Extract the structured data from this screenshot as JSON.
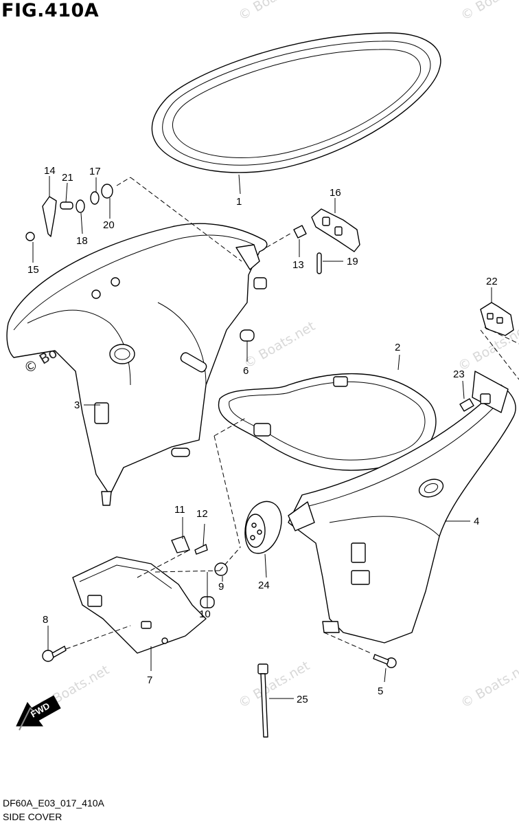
{
  "figure": {
    "title": "FIG.410A",
    "code": "DF60A_E03_017_410A",
    "name": "SIDE COVER"
  },
  "watermark": {
    "text": "© Boats.net",
    "highlight_text": "© Boats.net"
  },
  "direction_marker": {
    "label": "FWD",
    "icon": "fwd-arrow-icon"
  },
  "callouts": [
    "1",
    "2",
    "3",
    "4",
    "5",
    "6",
    "7",
    "8",
    "9",
    "10",
    "11",
    "12",
    "13",
    "14",
    "15",
    "16",
    "17",
    "18",
    "19",
    "20",
    "21",
    "22",
    "23",
    "24",
    "25"
  ],
  "colors": {
    "ink": "#000000",
    "paper": "#ffffff",
    "watermark": "#d8d8d8"
  }
}
